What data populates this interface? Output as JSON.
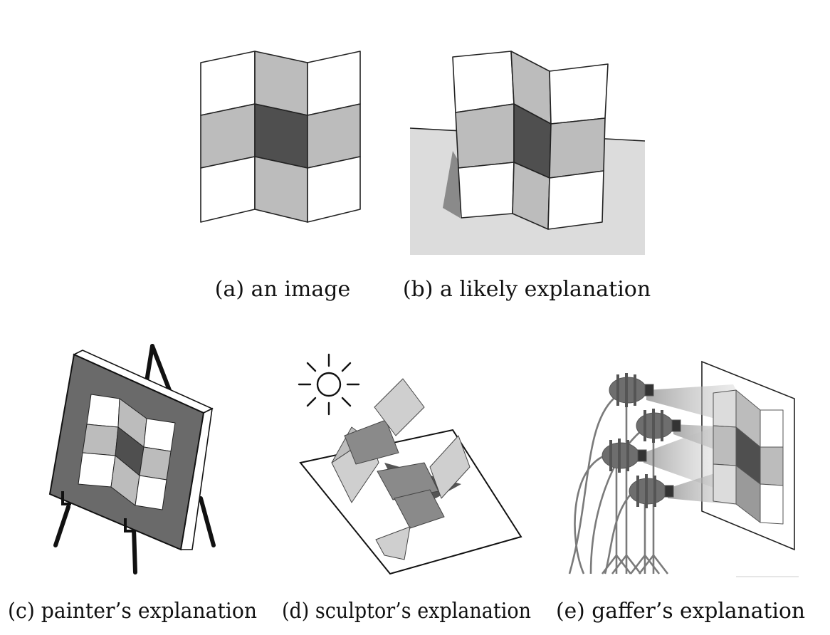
{
  "captions": {
    "a": "(a) an image",
    "b": "(b) a likely explanation",
    "c": "(c) painter’s explanation",
    "d": "(d) sculptor’s explanation",
    "e": "(e) gaffer’s explanation"
  },
  "colors": {
    "white_tile": "#ffffff",
    "light_gray": "#bcbcbc",
    "mid_gray": "#9a9a9a",
    "dark_gray": "#4f4f4f",
    "floor": "#dcdcdc",
    "shadow": "#8a8a8a",
    "canvas_frame": "#6a6a6a",
    "stroke": "#222222"
  },
  "icons": [
    "sun-icon",
    "easel-icon",
    "spotlight-icon"
  ]
}
